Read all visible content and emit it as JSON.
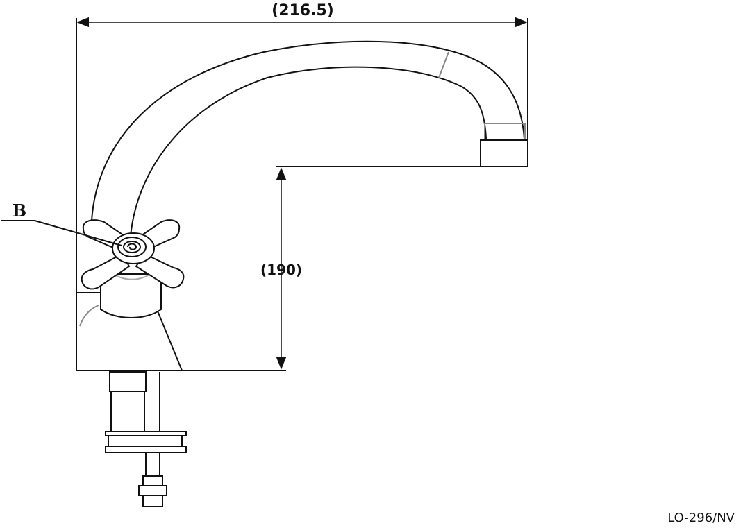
{
  "dimensions": {
    "width_label": "(216.5)",
    "height_label": "(190)"
  },
  "callouts": {
    "handle_label": "B"
  },
  "model_code": "LO-296/NV",
  "colors": {
    "line": "#111111",
    "light_line": "#888888",
    "background": "#ffffff"
  }
}
